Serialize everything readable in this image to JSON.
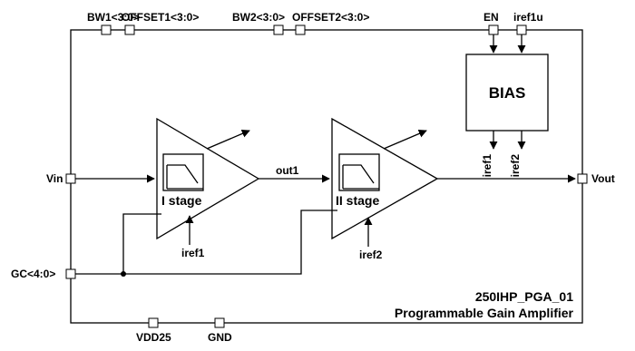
{
  "pins": {
    "bw1": "BW1<3:0>",
    "offset1": "OFFSET1<3:0>",
    "bw2": "BW2<3:0>",
    "offset2": "OFFSET2<3:0>",
    "en": "EN",
    "iref1u": "iref1u",
    "vin": "Vin",
    "gc": "GC<4:0>",
    "vout": "Vout",
    "vdd": "VDD25",
    "gnd": "GND"
  },
  "blocks": {
    "bias": "BIAS",
    "stage1": "I stage",
    "stage2": "II stage"
  },
  "signals": {
    "out1": "out1",
    "iref1_out": "iref1",
    "iref2_out": "iref2",
    "iref1_in": "iref1",
    "iref2_in": "iref2"
  },
  "title": {
    "cell_name": "250IHP_PGA_01",
    "description": "Programmable Gain Amplifier"
  }
}
